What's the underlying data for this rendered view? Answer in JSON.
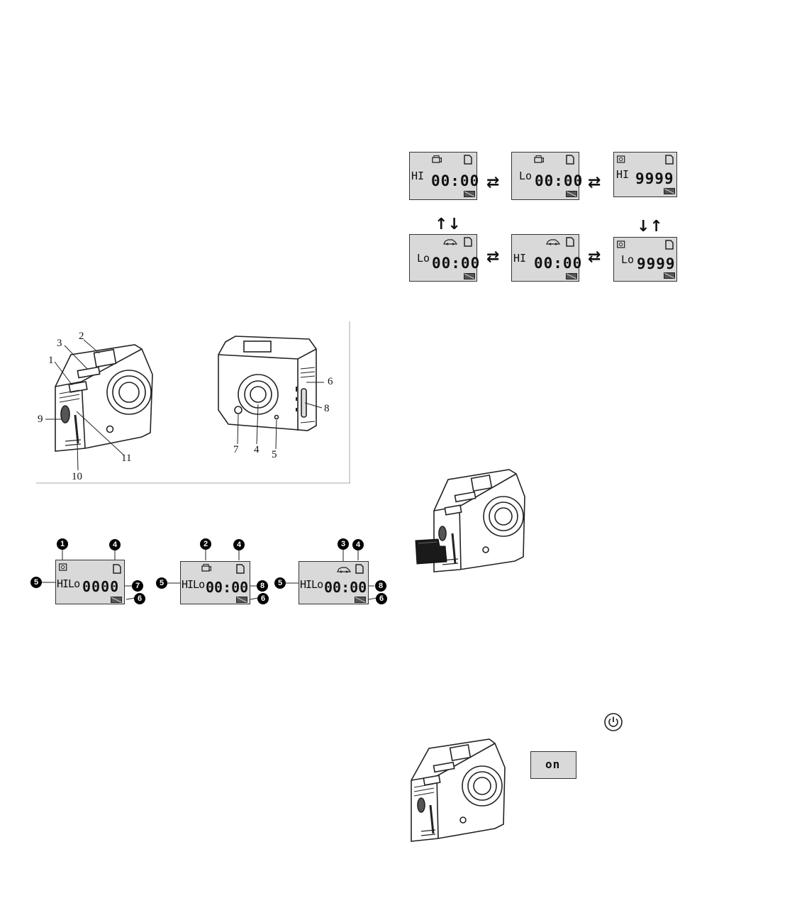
{
  "mode_flow": {
    "screens": [
      {
        "level": "HI",
        "value": "00:00"
      },
      {
        "level": "Lo",
        "value": "00:00"
      },
      {
        "level": "HI",
        "value": "9999"
      },
      {
        "level": "Lo",
        "value": "00:00"
      },
      {
        "level": "HI",
        "value": "00:00"
      },
      {
        "level": "Lo",
        "value": "9999"
      }
    ],
    "arrows": {
      "lr": "⇄",
      "ud_left": "↑↓",
      "ud_right": "↓↑"
    }
  },
  "camera_diagram": {
    "callouts": [
      "1",
      "2",
      "3",
      "4",
      "5",
      "6",
      "7",
      "8",
      "9",
      "10",
      "11"
    ]
  },
  "lcd_legend": [
    {
      "level": "HILo",
      "value": "0000",
      "markers": [
        "1",
        "4",
        "5",
        "7",
        "6"
      ]
    },
    {
      "level": "HILo",
      "value": "00:00",
      "markers": [
        "2",
        "4",
        "5",
        "8",
        "6"
      ]
    },
    {
      "level": "HILo",
      "value": "00:00",
      "markers": [
        "3",
        "4",
        "5",
        "8",
        "6"
      ]
    }
  ],
  "power": {
    "lcd_text": "on"
  },
  "icons": [
    "photo-mode-icon",
    "video-mode-icon",
    "car-mode-icon",
    "sd-card-icon",
    "battery-icon",
    "power-icon",
    "micro-sd-card-icon"
  ]
}
